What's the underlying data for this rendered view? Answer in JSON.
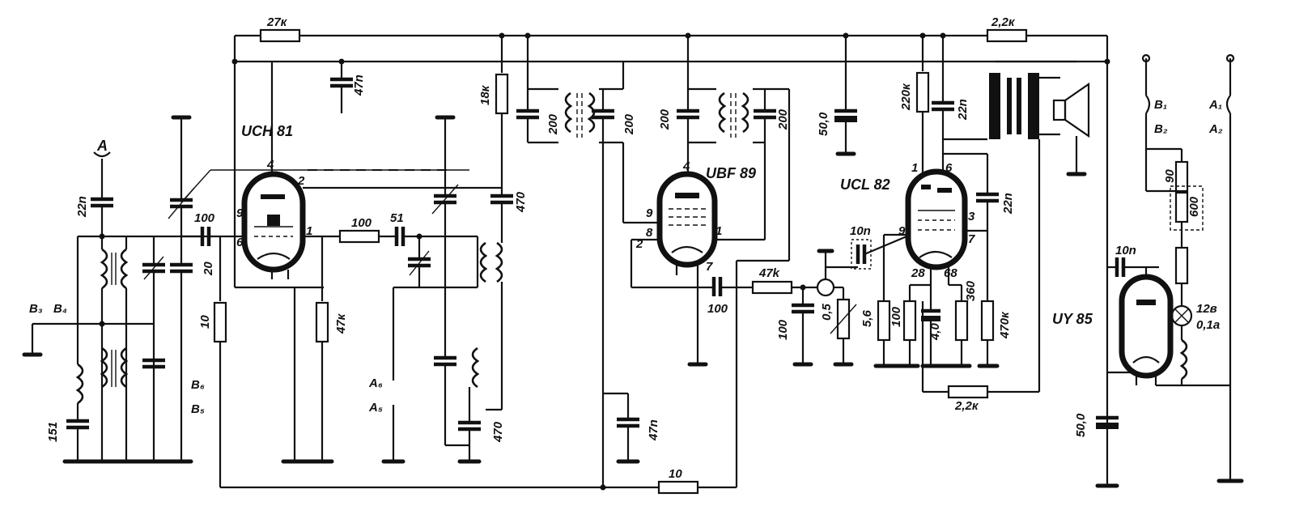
{
  "tubes": {
    "uch": "UCH 81",
    "ubf": "UBF 89",
    "ucl": "UCL 82",
    "uy": "UY 85"
  },
  "antenna_label": "A",
  "components": {
    "r_top_left": "27к",
    "r_top_right": "2,2к",
    "c_47n_top": "47n",
    "c_22n_ant": "22n",
    "r_18k": "18к",
    "c_200_1": "200",
    "c_200_2": "200",
    "c_200_3": "200",
    "c_200_4": "200",
    "c_100_grid": "100",
    "c_20": "20",
    "r_100_mid": "100",
    "c_51": "51",
    "c_470_top": "470",
    "c_470_bot": "470",
    "c_151": "151",
    "r_10_left": "10",
    "r_47k_cath": "47к",
    "c_47n_bot": "47n",
    "r_10_bottom": "10",
    "c_100_det": "100",
    "r_47k_det": "47k",
    "c_100_det2": "100",
    "pot_05": "0,5",
    "c_10n_ucl": "10n",
    "r_56": "5,6",
    "r_100_ucl": "100",
    "c_40": "4,0",
    "r_360": "360",
    "r_470k": "470к",
    "r_22k_bottom": "2,2к",
    "c_500_mid": "50,0",
    "r_220k": "220к",
    "c_22n_out": "22n",
    "c_22n_ucl": "22n",
    "c_10n_uy": "10n",
    "c_500_bot": "50,0",
    "r_90": "90",
    "r_600": "600",
    "lamp_label_1": "12в",
    "lamp_label_2": "0,1a"
  },
  "switches": {
    "b3": "B₃",
    "b4": "B₄",
    "b5": "B₅",
    "b6": "B₆",
    "a5": "A₅",
    "a6": "A₆",
    "b1": "B₁",
    "b2": "B₂",
    "a1": "A₁",
    "a2": "A₂"
  },
  "pins": {
    "uch_4": "4",
    "uch_2": "2",
    "uch_9": "9",
    "uch_6": "6",
    "uch_1": "1",
    "ubf_4": "4",
    "ubf_9": "9",
    "ubf_8": "8",
    "ubf_2": "2",
    "ubf_1": "1",
    "ubf_7": "7",
    "ucl_1": "1",
    "ucl_6": "6",
    "ucl_9": "9",
    "ucl_3": "3",
    "ucl_7": "7",
    "ucl_28": "28",
    "ucl_68": "68"
  }
}
